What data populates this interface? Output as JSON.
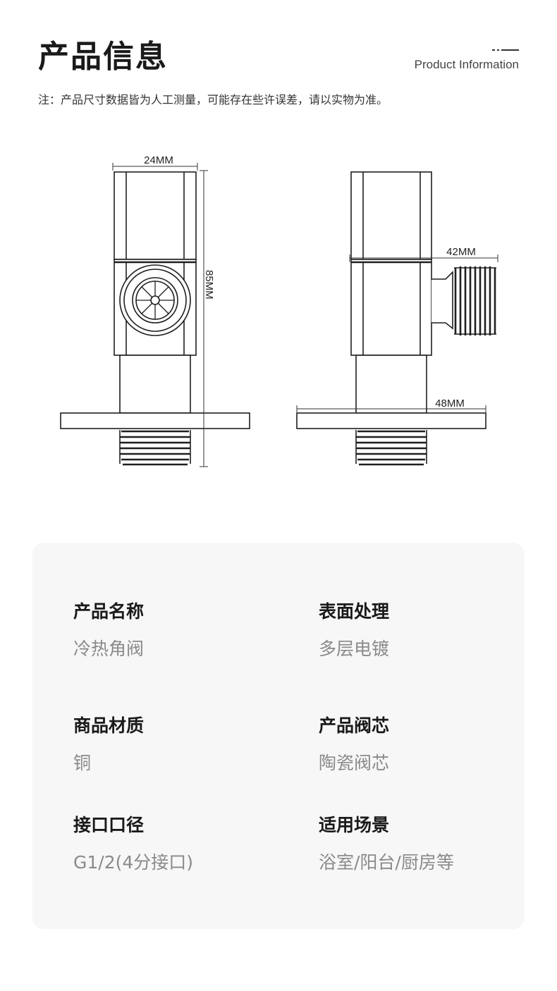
{
  "header": {
    "title": "产品信息",
    "subtitle_en": "Product Information",
    "note": "注：产品尺寸数据皆为人工测量，可能存在些许误差，请以实物为准。"
  },
  "dimensions": {
    "width_top": "24MM",
    "height": "85MM",
    "outlet_length": "42MM",
    "flange_width": "48MM"
  },
  "specs": [
    {
      "label": "产品名称",
      "value": "冷热角阀"
    },
    {
      "label": "表面处理",
      "value": "多层电镀"
    },
    {
      "label": "商品材质",
      "value": "铜"
    },
    {
      "label": "产品阀芯",
      "value": "陶瓷阀芯"
    },
    {
      "label": "接口口径",
      "value": "G1/2(4分接口)"
    },
    {
      "label": "适用场景",
      "value": "浴室/阳台/厨房等"
    }
  ],
  "colors": {
    "line": "#1f1f1f",
    "card_bg": "#f7f7f7",
    "value_text": "#8a8a8a"
  }
}
